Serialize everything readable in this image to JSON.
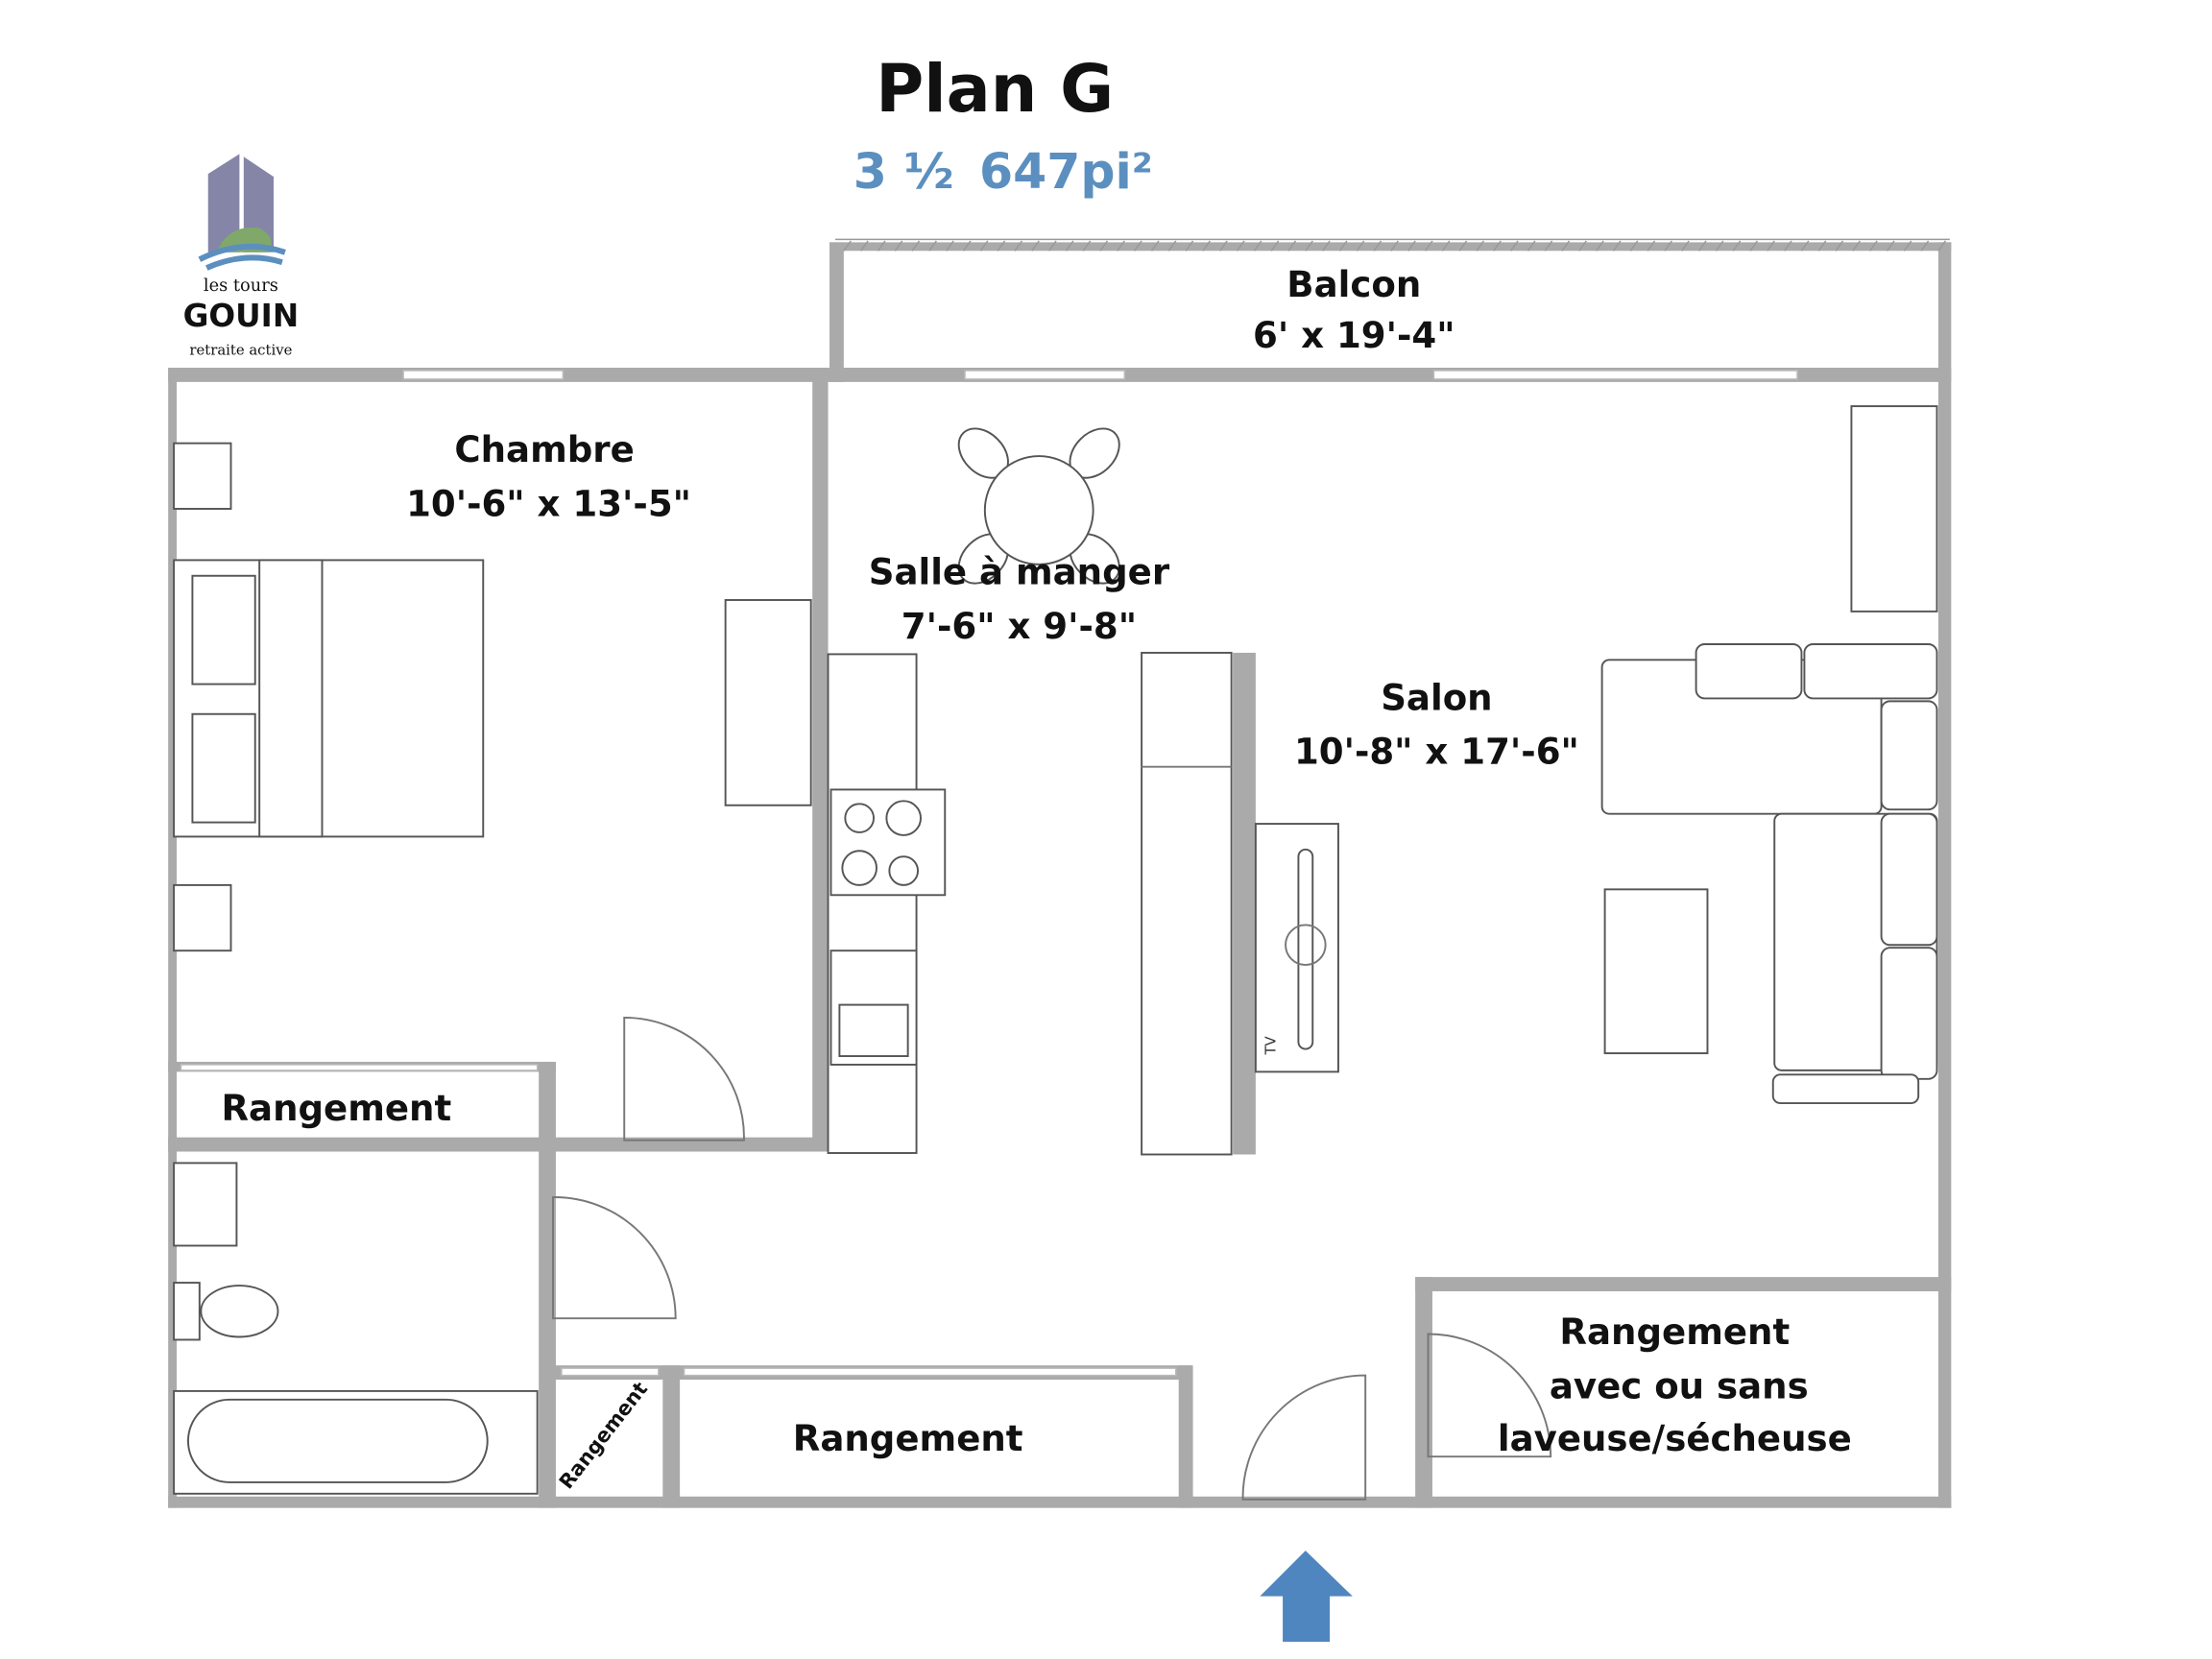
{
  "title": "Plan G",
  "subtitle": {
    "rooms": "3 ½",
    "area": "647pi²"
  },
  "logo": {
    "line1": "les tours",
    "line2": "GOUIN",
    "line3": "retraite active"
  },
  "rooms": {
    "balcon": {
      "name": "Balcon",
      "size": "6' x 19'-4\""
    },
    "chambre": {
      "name": "Chambre",
      "size": "10'-6\" x 13'-5\""
    },
    "salle_a_manger": {
      "name": "Salle à manger",
      "size": "7'-6\" x 9'-8\""
    },
    "salon": {
      "name": "Salon",
      "size": "10'-8\" x 17'-6\""
    },
    "rangement_chambre": {
      "name": "Rangement"
    },
    "rangement_small": {
      "name": "Rangement"
    },
    "rangement_hall": {
      "name": "Rangement"
    },
    "rangement_laveuse": {
      "line1": "Rangement",
      "line2": "avec ou sans",
      "line3": "laveuse/sécheuse"
    }
  },
  "furniture": {
    "tv_label": "TV"
  },
  "colors": {
    "accent": "#5b8fbf",
    "wall": "#aaaaaa",
    "logo_purple": "#8585a8",
    "logo_green": "#7fa86a"
  },
  "entrance_icon": "arrow-up-icon"
}
